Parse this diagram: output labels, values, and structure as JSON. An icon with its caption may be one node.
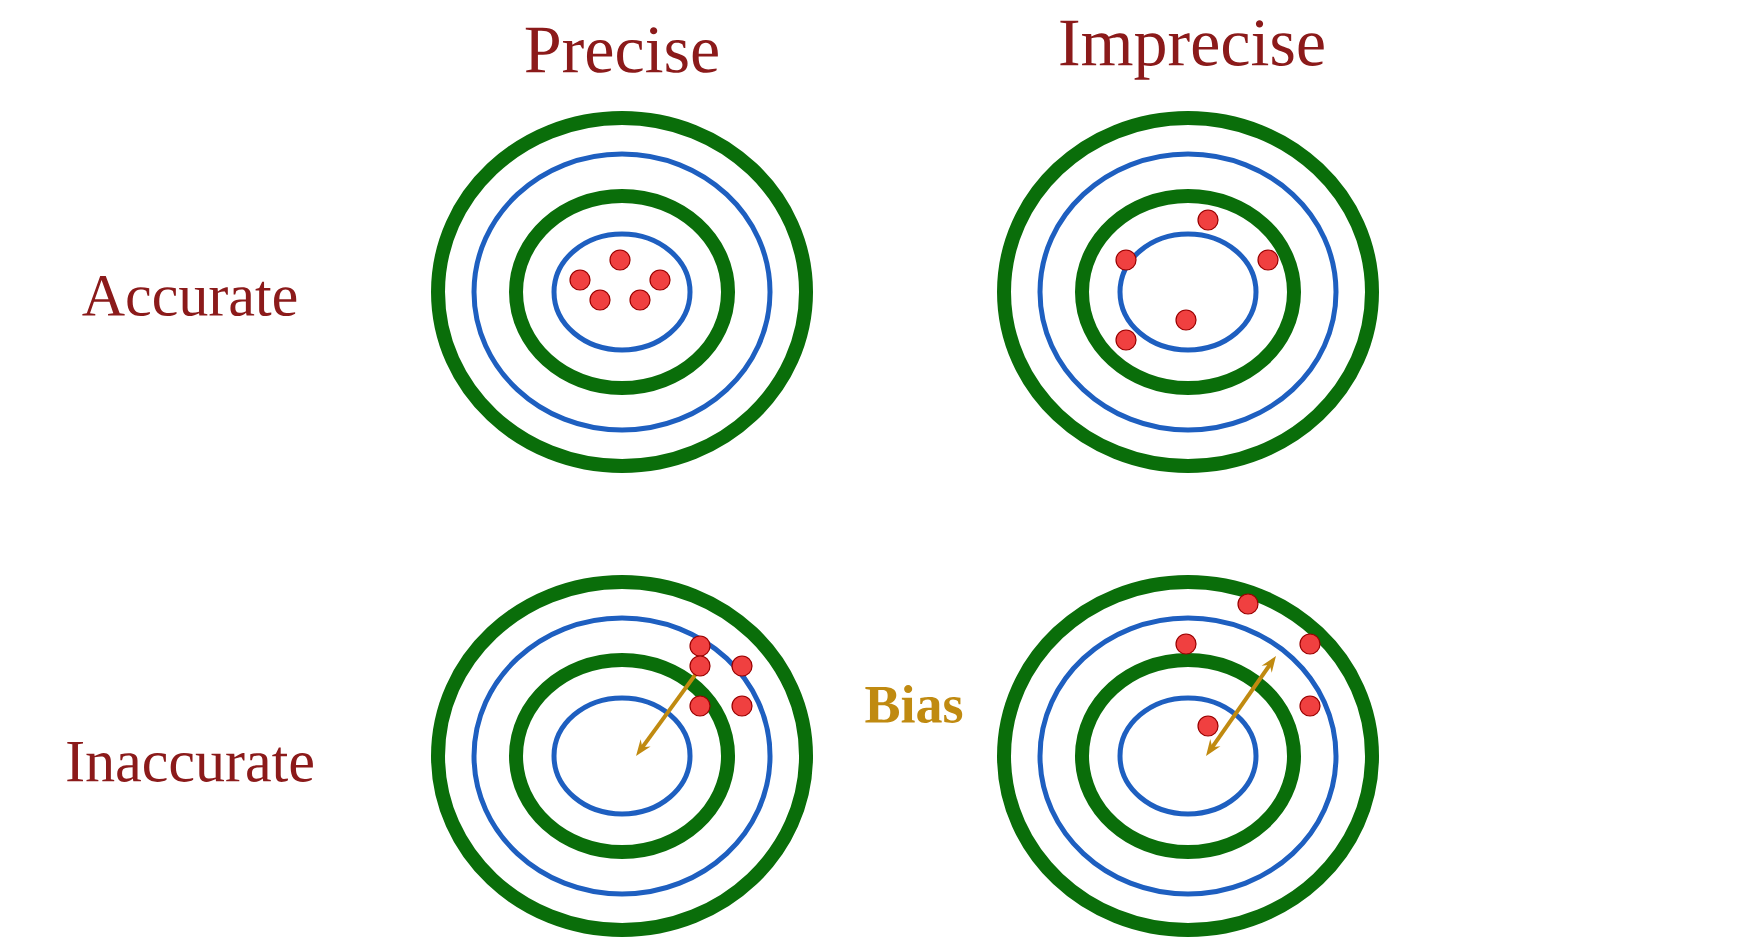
{
  "diagram": {
    "labels": [
      "Precise",
      "Imprecise",
      "Accurate",
      "Bias",
      "Inaccurate"
    ]
  }
}
